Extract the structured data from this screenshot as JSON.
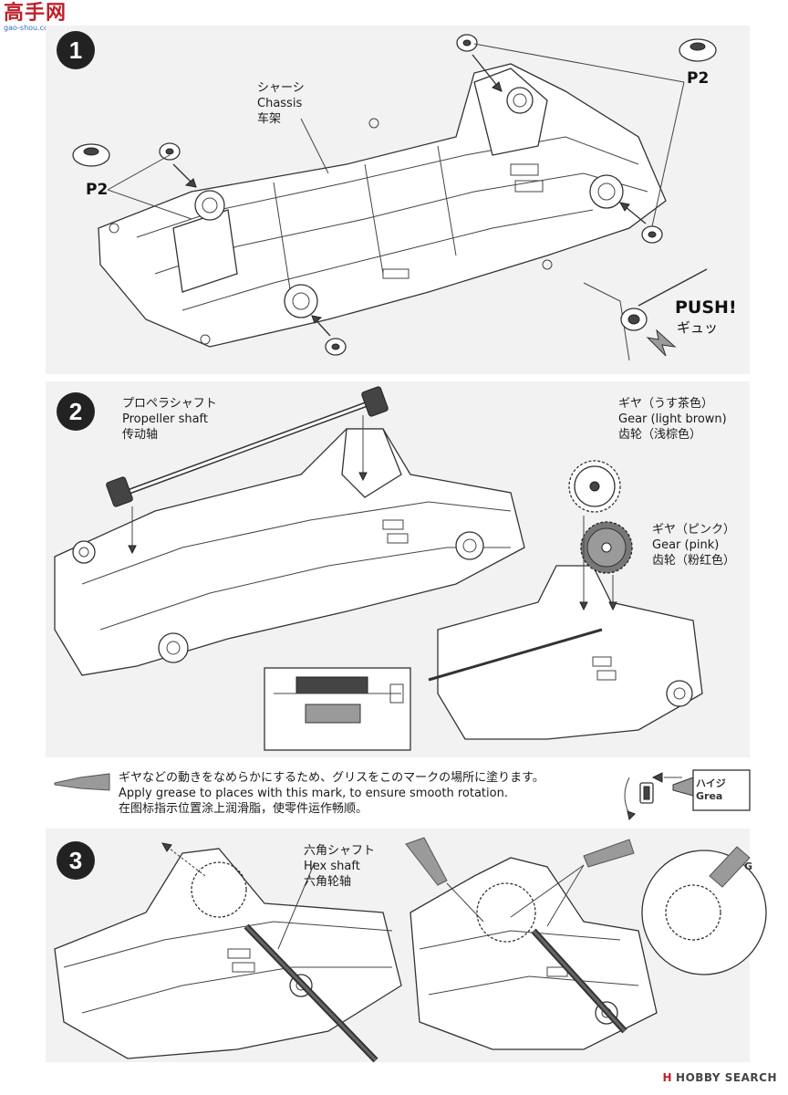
{
  "watermark": {
    "logo": "高手网",
    "url": "gao-shou.com"
  },
  "step1": {
    "number": "1",
    "chassis_label": {
      "ja": "シャーシ",
      "en": "Chassis",
      "zh": "车架"
    },
    "bearing_left": "P2",
    "bearing_right": "P2",
    "push": {
      "en": "PUSH!",
      "ja": "ギュッ"
    }
  },
  "step2": {
    "number": "2",
    "propeller": {
      "ja": "プロペラシャフト",
      "en": "Propeller shaft",
      "zh": "传动轴"
    },
    "gear_brown": {
      "ja": "ギヤ（うす茶色）",
      "en": "Gear (light brown)",
      "zh": "齿轮（浅棕色）"
    },
    "gear_pink": {
      "ja": "ギヤ（ピンク）",
      "en": "Gear (pink)",
      "zh": "齿轮（粉红色）"
    }
  },
  "grease_notice": {
    "ja": "ギヤなどの動きをなめらかにするため、グリスをこのマークの場所に塗ります。",
    "en": "Apply grease to places with this mark, to ensure smooth rotation.",
    "zh": "在图标指示位置涂上润滑脂，使零件运作畅顺。",
    "tube_text": "ハイジ Grea"
  },
  "step3": {
    "number": "3",
    "hex_shaft": {
      "ja": "六角シャフト",
      "en": "Hex shaft",
      "zh": "六角轮轴"
    },
    "tube_text": "G"
  },
  "footer": {
    "mark": "H",
    "brand": "HOBBY SEARCH"
  }
}
